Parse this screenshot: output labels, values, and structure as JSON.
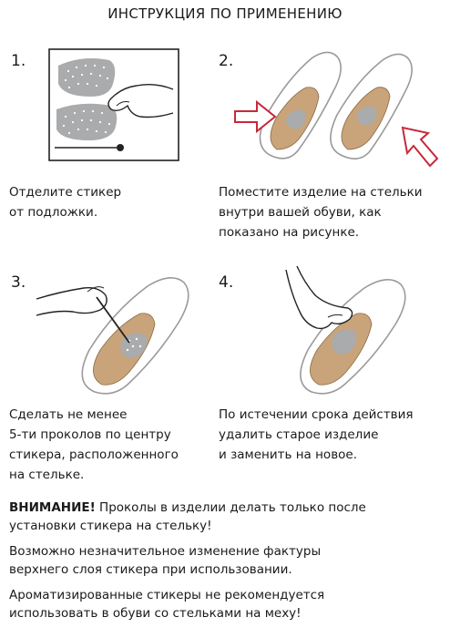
{
  "title": "ИНСТРУКЦИЯ ПО ПРИМЕНЕНИЮ",
  "steps": [
    {
      "number": "1.",
      "lines": [
        "Отделите стикер",
        "от подложки."
      ]
    },
    {
      "number": "2.",
      "lines": [
        "Поместите изделие на стельки",
        "внутри вашей обуви, как",
        "показано на рисунке."
      ]
    },
    {
      "number": "3.",
      "lines": [
        "Сделать не менее",
        "5-ти проколов по центру",
        "стикера, расположенного",
        "на стельке."
      ]
    },
    {
      "number": "4.",
      "lines": [
        "По истечении срока действия",
        "удалить старое изделие",
        "и заменить на новое."
      ]
    }
  ],
  "notes": {
    "warning_label": "ВНИМАНИЕ!",
    "warning_line1_rest": " Проколы в изделии делать только после",
    "warning_line2": "установки стикера на стельку!",
    "texture_line1": "Возможно незначительное изменение фактуры",
    "texture_line2": "верхнего слоя стикера при использовании.",
    "fur_line1": "Ароматизированные стикеры не рекомендуется",
    "fur_line2": "использовать в обуви со стельками на меху!"
  },
  "colors": {
    "text": "#1a1a1a",
    "sticker": "#a9abad",
    "insole": "#c9a47a",
    "shoe_outline": "#9a9a9a",
    "arrow": "#c8283a"
  }
}
